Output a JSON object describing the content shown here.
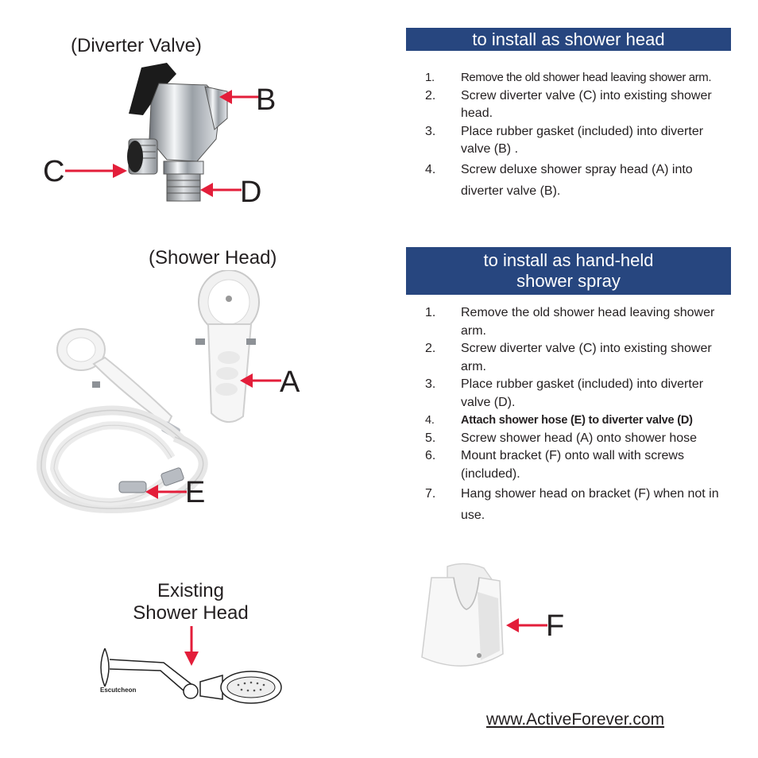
{
  "captions": {
    "diverter_valve": "(Diverter Valve)",
    "shower_head": "(Shower Head)",
    "existing_line1": "Existing",
    "existing_line2": "Shower Head",
    "escutcheon": "Escutcheon"
  },
  "callouts": {
    "a": "A",
    "b": "B",
    "c": "C",
    "d": "D",
    "e": "E",
    "f": "F"
  },
  "section1": {
    "title": "to install as shower head",
    "steps": [
      {
        "num": "1.",
        "text": "Remove the old shower head leaving shower arm."
      },
      {
        "num": "2.",
        "text": "Screw diverter  valve (C) into existing shower head."
      },
      {
        "num": "3.",
        "text": "Place rubber gasket (included) into diverter  valve (B) ."
      },
      {
        "num": "4.",
        "text": "Screw deluxe shower spray head (A) into diverter valve (B)."
      }
    ]
  },
  "section2": {
    "title_line1": "to install as hand-held",
    "title_line2": "shower spray",
    "steps": [
      {
        "num": "1.",
        "text": "Remove the old shower head leaving shower arm."
      },
      {
        "num": "2.",
        "text": "Screw diverter  valve (C) into existing shower arm."
      },
      {
        "num": "3.",
        "text": "Place rubber gasket (included) into diverter  valve (D)."
      },
      {
        "num": "4.",
        "text": "Attach shower hose (E) to diverter valve (D)"
      },
      {
        "num": "5.",
        "text": "Screw shower head (A) onto shower hose"
      },
      {
        "num": "6.",
        "text": "Mount bracket (F) onto wall with screws (included)."
      },
      {
        "num": "7.",
        "text": "Hang shower head on bracket (F) when not in use."
      }
    ]
  },
  "website": "www.ActiveForever.com",
  "colors": {
    "banner": "#27467f",
    "arrow": "#e31e3a",
    "chrome": "#b8bcc2"
  }
}
